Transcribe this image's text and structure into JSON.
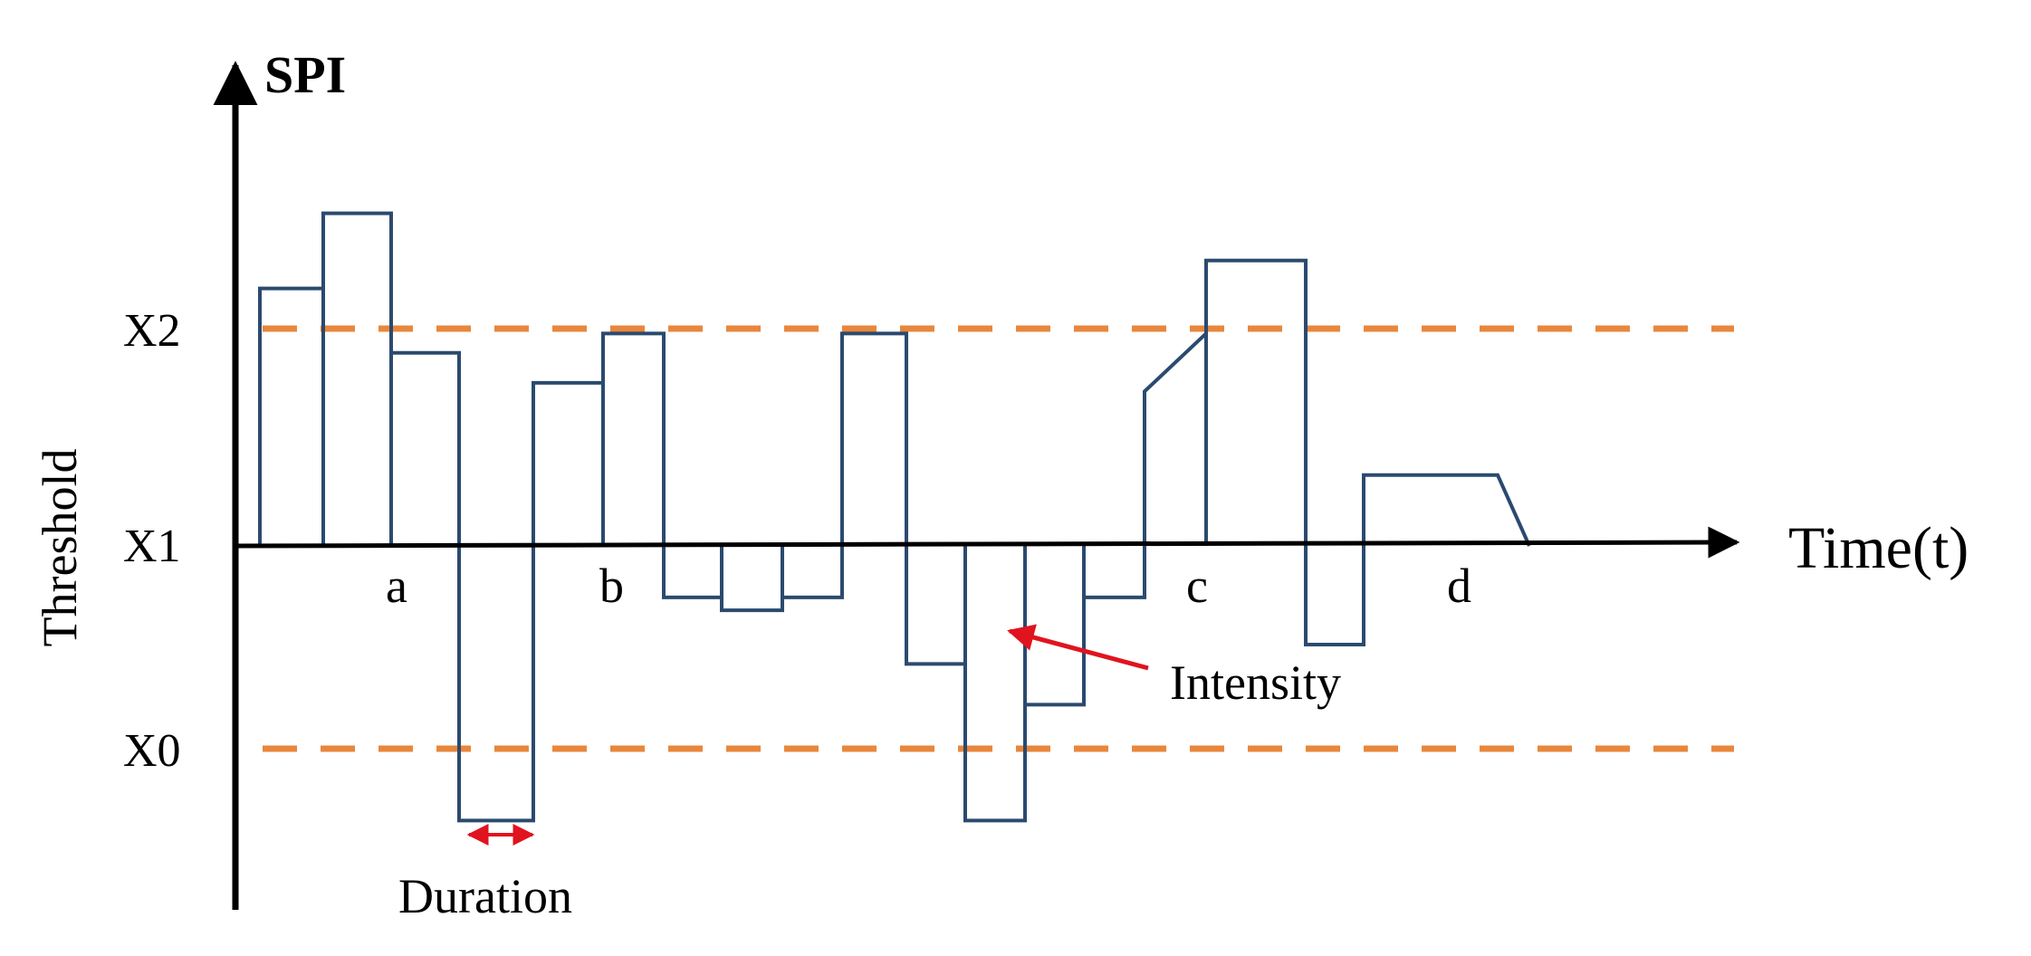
{
  "diagram": {
    "y_axis_title": "SPI",
    "x_axis_title": "Time(t)",
    "side_label": "Threshold",
    "thresholds": [
      {
        "name": "X2",
        "value": 1.0,
        "dashed": true
      },
      {
        "name": "X1",
        "value": 0.0,
        "dashed": false
      },
      {
        "name": "X0",
        "value": -1.0,
        "dashed": true
      }
    ],
    "segment_labels": [
      "a",
      "b",
      "c",
      "d"
    ],
    "annotations": {
      "intensity": "Intensity",
      "duration": "Duration"
    }
  },
  "chart_data": {
    "type": "bar",
    "bars_drawn": [
      "1.2",
      "1.55",
      "0.9",
      "-1.28",
      "0.76",
      "0.99",
      "-0.24",
      "-0.3",
      "-0.24",
      "0.99",
      "-0.55",
      "-1.28",
      "-0.74",
      "-0.24",
      "0.72→0.99 sloped top",
      "1.33",
      "-0.46",
      "0.33 with sloped end"
    ],
    "series": [
      {
        "values": [
          1.2,
          1.55,
          0.9,
          -1.28,
          0.76,
          0.99,
          -0.24,
          -0.3,
          -0.24,
          0.99,
          -0.55,
          -1.28,
          -0.74,
          -0.24,
          0.99,
          1.33,
          -0.46,
          0.33
        ]
      }
    ],
    "threshold_levels": {
      "X2": 1.0,
      "X1": 0.0,
      "X0": -1.0
    },
    "colors": {
      "bars": "#2b4a6f",
      "threshold": "#e8873c",
      "axes": "#000000",
      "arrow": "#e0141e"
    }
  }
}
